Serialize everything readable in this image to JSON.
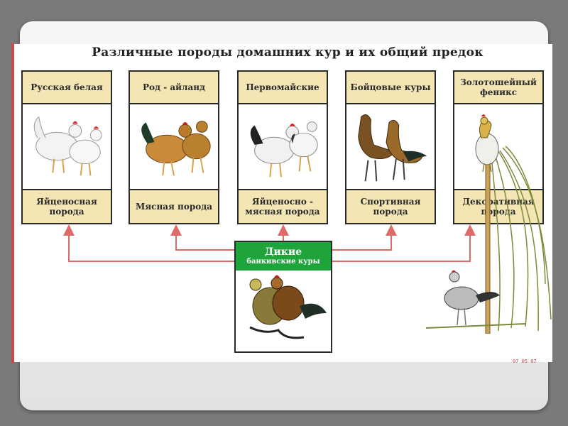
{
  "title": "Различные породы домашних кур и их общий предок",
  "breeds": [
    {
      "name": "Русская белая",
      "type": "Яйценосная порода"
    },
    {
      "name": "Род - айланд",
      "type": "Мясная порода"
    },
    {
      "name": "Первомайские",
      "type": "Яйценосно - мясная порода"
    },
    {
      "name": "Бойцовые куры",
      "type": "Спортивная порода"
    },
    {
      "name": "Золотошейный феникс",
      "type": "Декоративная порода"
    }
  ],
  "ancestor": {
    "line1": "Дикие",
    "line2": "банкивские куры"
  },
  "colors": {
    "card_band": "#f4e6b4",
    "ancestor_band": "#1ea43a",
    "arrows": "#e06a6a"
  },
  "stamp": "07 05 07"
}
